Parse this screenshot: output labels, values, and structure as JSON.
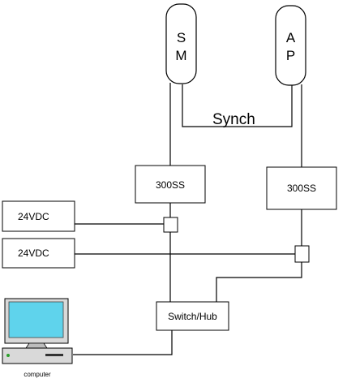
{
  "radios": {
    "sm": {
      "line1": "S",
      "line2": "M"
    },
    "ap": {
      "line1": "A",
      "line2": "P"
    }
  },
  "synch_label": "Synch",
  "modules": {
    "left": "300SS",
    "right": "300SS"
  },
  "power_supplies": {
    "top": "24VDC",
    "bottom": "24VDC"
  },
  "switch_label": "Switch/Hub",
  "computer_label": "computer",
  "colors": {
    "screen": "#5fd3ec",
    "monitor_body": "#d9d9d9",
    "outline": "#000000"
  }
}
